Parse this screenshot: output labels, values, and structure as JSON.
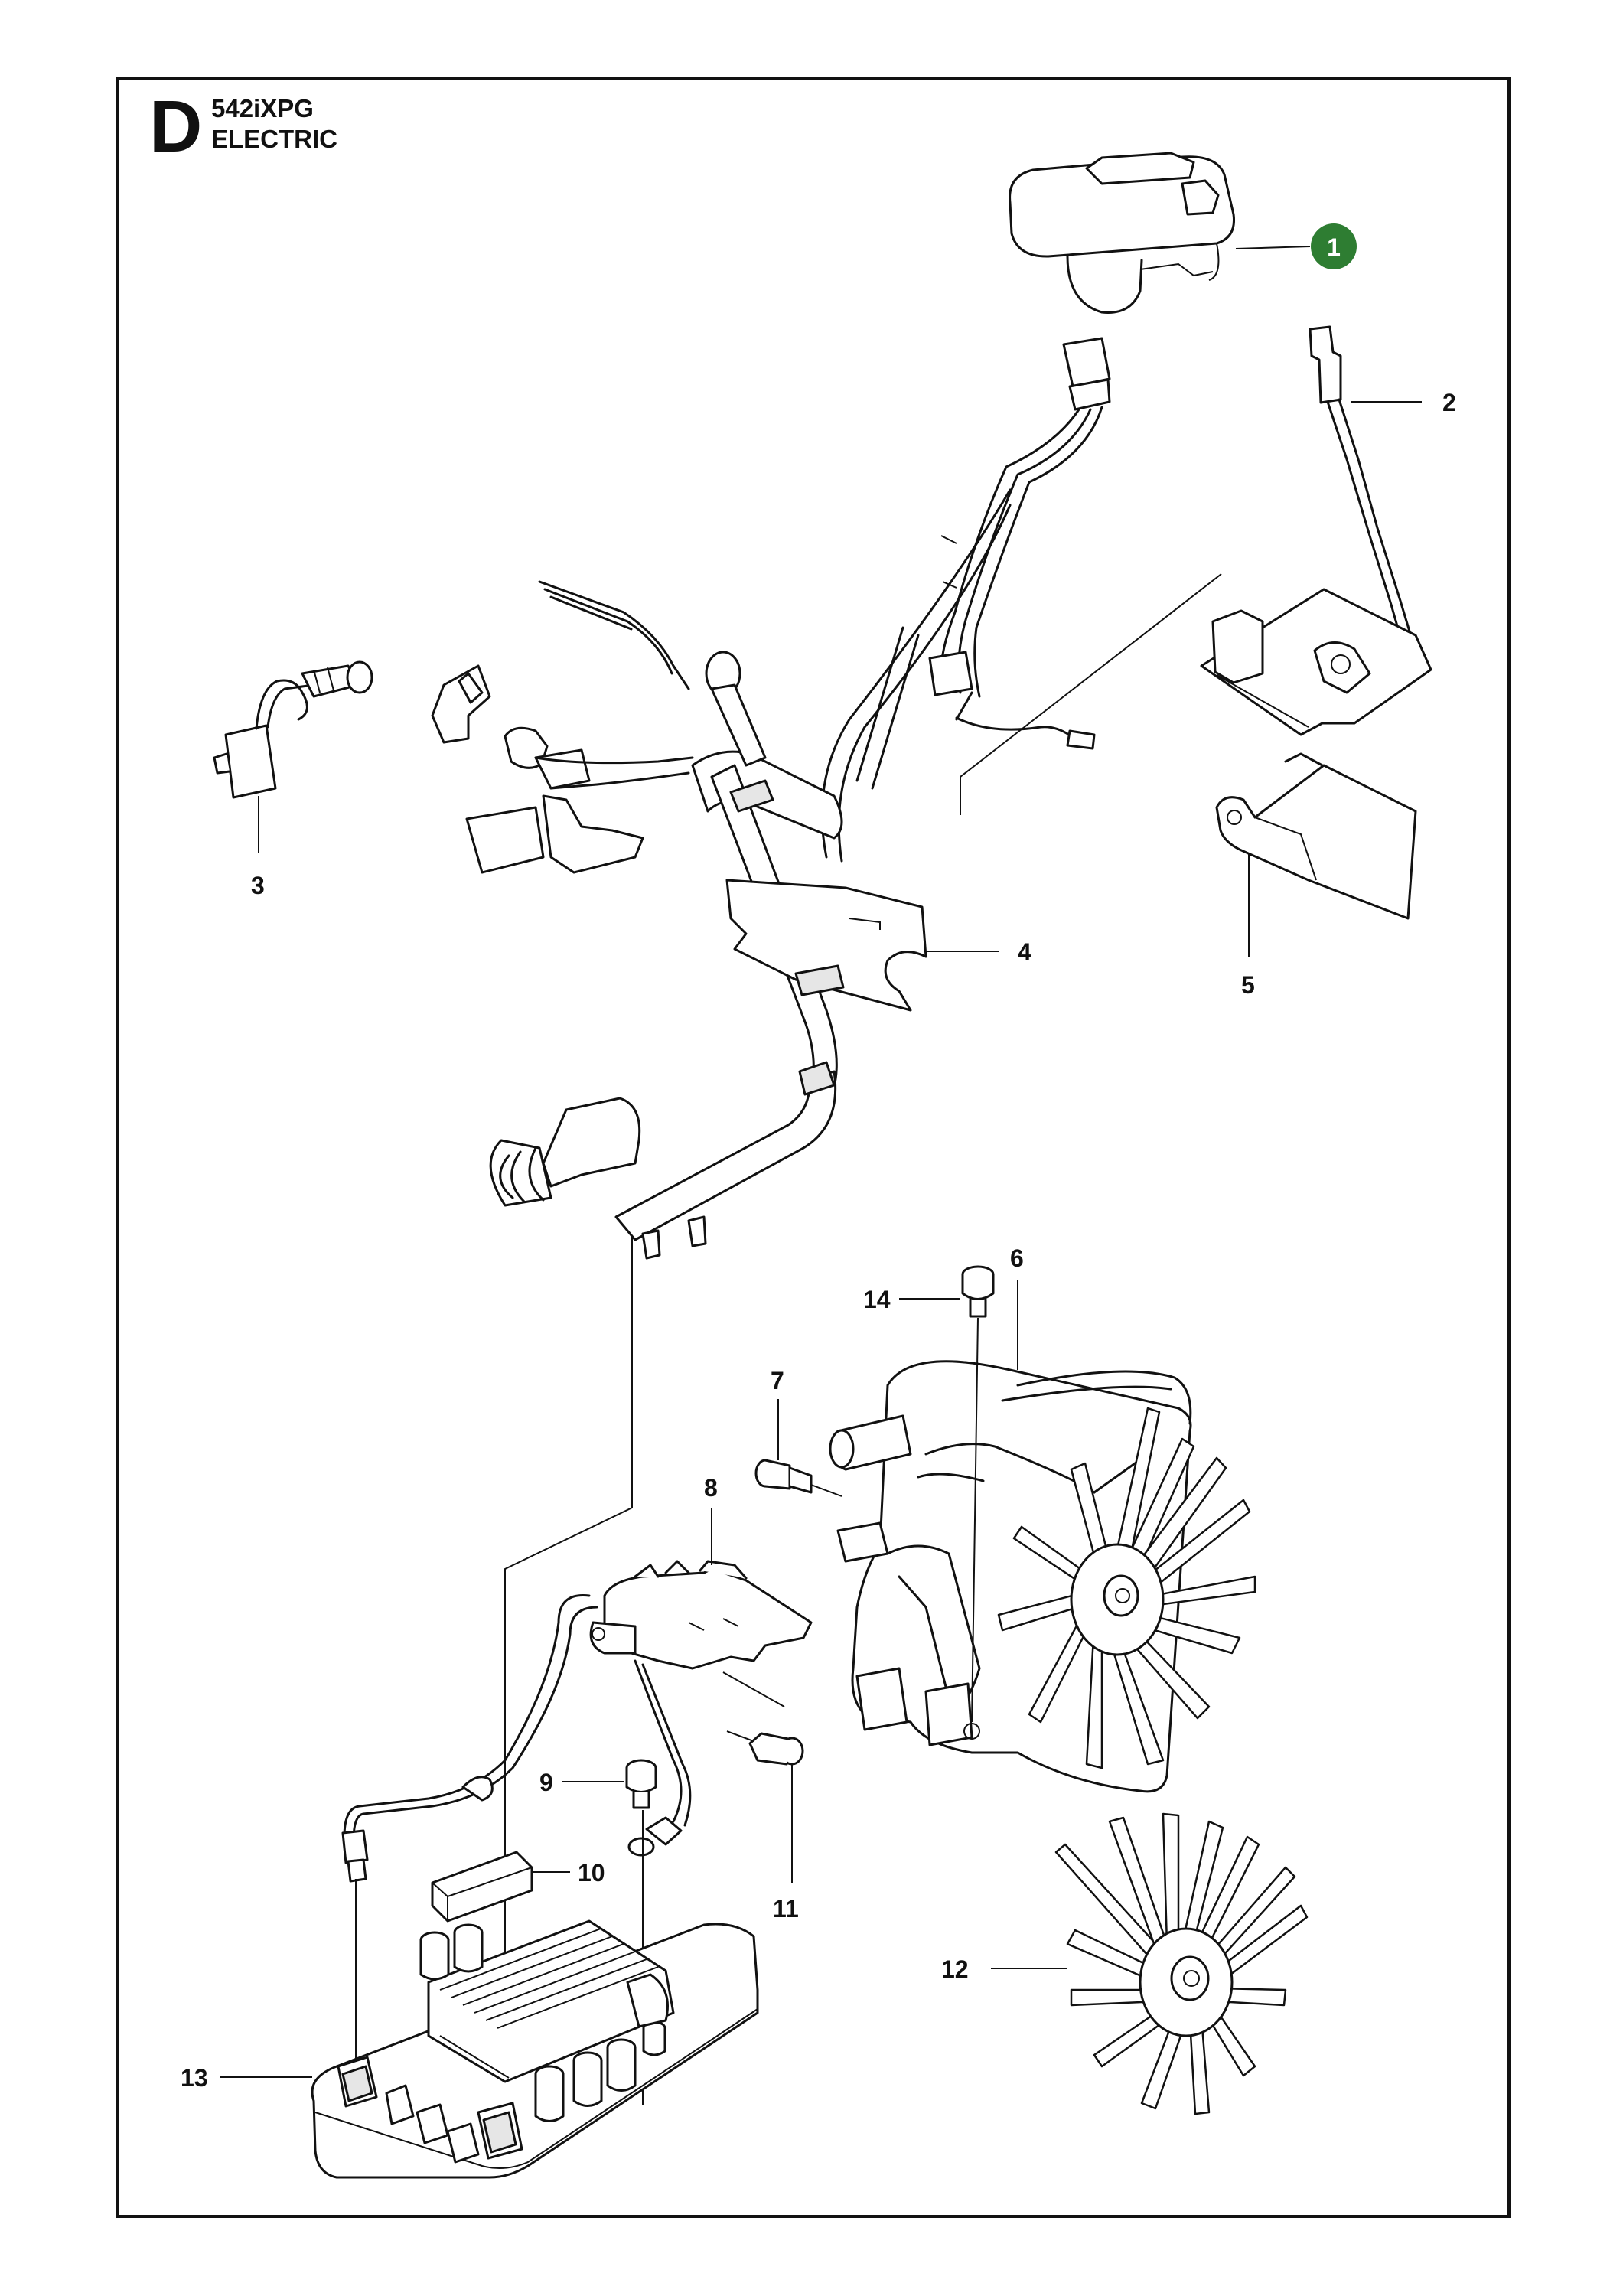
{
  "header": {
    "section_letter": "D",
    "model": "542iXPG",
    "group": "ELECTRIC"
  },
  "accent_color": "#2e7d32",
  "callouts": [
    {
      "label": "1",
      "highlighted": true
    },
    {
      "label": "2"
    },
    {
      "label": "3"
    },
    {
      "label": "4"
    },
    {
      "label": "5"
    },
    {
      "label": "6"
    },
    {
      "label": "7"
    },
    {
      "label": "8"
    },
    {
      "label": "9"
    },
    {
      "label": "10"
    },
    {
      "label": "11"
    },
    {
      "label": "12"
    },
    {
      "label": "13"
    },
    {
      "label": "14"
    }
  ]
}
